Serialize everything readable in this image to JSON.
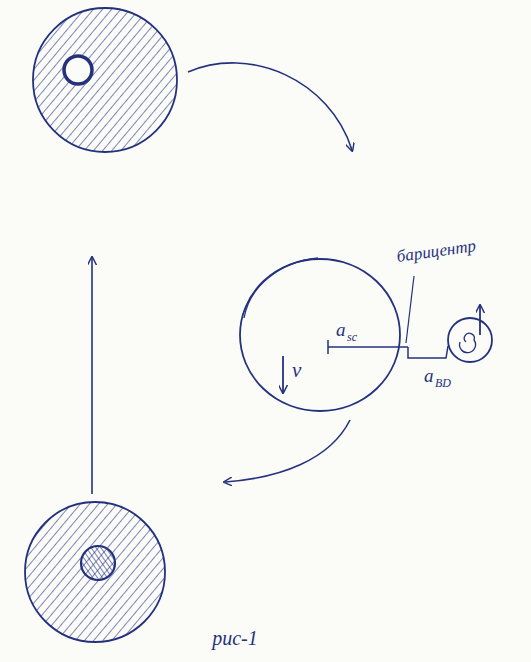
{
  "diagram": {
    "caption": "рис-1",
    "labels": [
      "барицентр",
      "a",
      "sc",
      "v",
      "a",
      "BD"
    ]
  }
}
